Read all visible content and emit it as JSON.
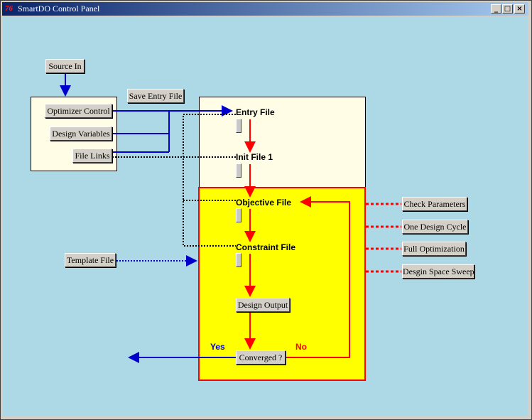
{
  "window": {
    "title": "SmartDO Control Panel",
    "icon_text": "76",
    "controls": [
      "_",
      "□",
      "×"
    ]
  },
  "buttons": {
    "source_in": "Source In",
    "save_entry_file": "Save Entry File",
    "optimizer_control": "Optimizer Control",
    "design_variables": "Design Variables",
    "file_links": "File Links",
    "template_file": "Template File",
    "design_output": "Design Output",
    "converged": "Converged ?",
    "check_parameters": "Check Parameters",
    "one_design_cycle": "One Design Cycle",
    "full_optimization": "Full Optimization",
    "design_space_sweep": "Desgin Space Sweep"
  },
  "labels": {
    "entry_file": "Entry File",
    "init_file": "Init File 1",
    "objective_file": "Objective File",
    "constraint_file": "Constraint File",
    "yes": "Yes",
    "no": "No"
  },
  "colors": {
    "background": "#add8e6",
    "cream_panel": "#fffde6",
    "yellow_panel": "#ffff00",
    "flow_red": "#ff0000",
    "link_blue": "#0000cc"
  }
}
